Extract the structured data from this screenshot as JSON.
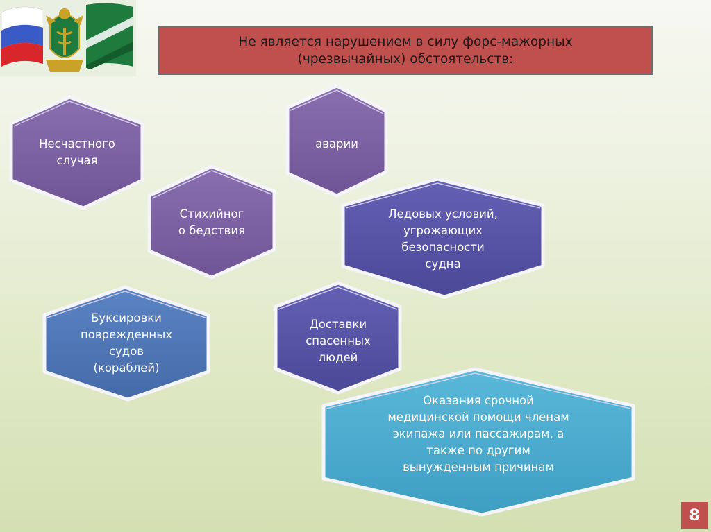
{
  "title": "Не является нарушением в силу форс-мажорных (чрезвычайных) обстоятельств:",
  "items": [
    {
      "label": "Несчастного\nслучая"
    },
    {
      "label": "аварии"
    },
    {
      "label": "Стихийног\nо бедствия"
    },
    {
      "label": "Ледовых условий,\nугрожающих\nбезопасности\nсудна"
    },
    {
      "label": "Буксировки\nповрежденных\nсудов\n(кораблей)"
    },
    {
      "label": "Доставки\nспасенных\nлюдей"
    },
    {
      "label": "Оказания срочной\nмедицинской помощи членам\nэкипажа или пассажирам, а\nтакже по другим\nвынужденным причинам"
    }
  ],
  "page_number": "8",
  "colors": {
    "title_bg": "#c0504d",
    "hex_purple": "#7f64a2",
    "hex_indigo": "#5a56a8",
    "hex_blue": "#4f78b8",
    "hex_teal": "#4aaed0",
    "page_num_bg": "#c0504d"
  },
  "icons": [
    "flag-russia-icon",
    "customs-emblem-icon",
    "flag-customs-icon"
  ]
}
